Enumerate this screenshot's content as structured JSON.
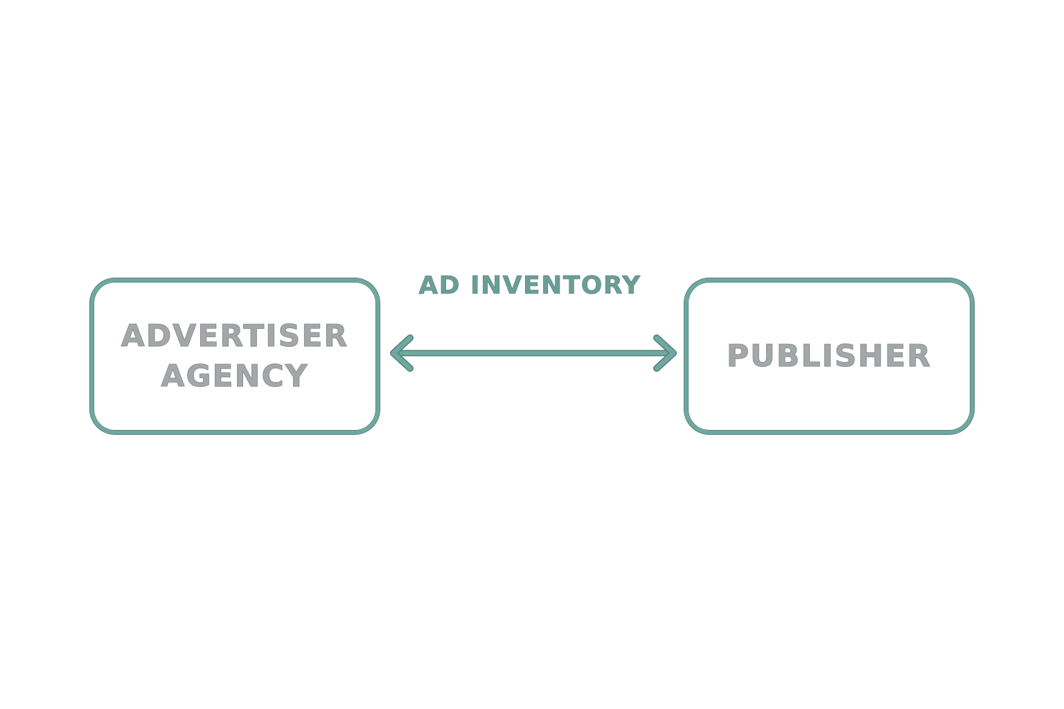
{
  "diagram": {
    "nodes": [
      {
        "id": "advertiser-agency",
        "lines": [
          "ADVERTISER",
          "AGENCY"
        ]
      },
      {
        "id": "publisher",
        "lines": [
          "PUBLISHER"
        ]
      }
    ],
    "edge": {
      "from": "advertiser-agency",
      "to": "publisher",
      "direction": "bidirectional",
      "label": "AD INVENTORY"
    },
    "colors": {
      "accent": "#6fa8a0",
      "node_text": "#a3a7a8",
      "background": "#ffffff"
    }
  }
}
